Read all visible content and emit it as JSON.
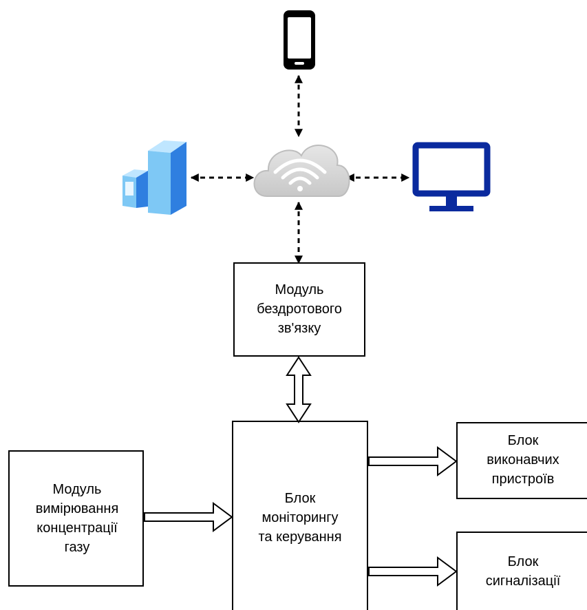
{
  "diagram": {
    "nodes": {
      "smartphone": {
        "icon": "smartphone-icon"
      },
      "cloud": {
        "icon": "cloud-wifi-icon"
      },
      "server": {
        "icon": "server-icon"
      },
      "monitor": {
        "icon": "monitor-icon"
      },
      "wireless": {
        "lines": [
          "Модуль",
          "бездротового",
          "зв'язку"
        ]
      },
      "control": {
        "lines": [
          "Блок",
          "моніторингу",
          "та керування"
        ]
      },
      "gas": {
        "lines": [
          "Модуль",
          "вимірювання",
          "концентрації",
          "газу"
        ]
      },
      "actuators": {
        "lines": [
          "Блок",
          "виконавчих",
          "пристроїв"
        ]
      },
      "alarm": {
        "lines": [
          "Блок",
          "сигналізації"
        ]
      }
    },
    "connections": [
      {
        "from": "smartphone",
        "to": "cloud",
        "style": "dashed-bidirectional"
      },
      {
        "from": "server",
        "to": "cloud",
        "style": "dashed-bidirectional"
      },
      {
        "from": "cloud",
        "to": "monitor",
        "style": "dashed-bidirectional"
      },
      {
        "from": "cloud",
        "to": "wireless",
        "style": "dashed-bidirectional"
      },
      {
        "from": "wireless",
        "to": "control",
        "style": "block-bidirectional"
      },
      {
        "from": "gas",
        "to": "control",
        "style": "block-arrow"
      },
      {
        "from": "control",
        "to": "actuators",
        "style": "block-arrow"
      },
      {
        "from": "control",
        "to": "alarm",
        "style": "block-arrow"
      }
    ],
    "colors": {
      "line": "#000000",
      "monitor": "#0a2a9e",
      "cloud_fill": "#d9d9d9",
      "server_light": "#7ec8f5",
      "server_dark": "#2f7fe0"
    }
  }
}
